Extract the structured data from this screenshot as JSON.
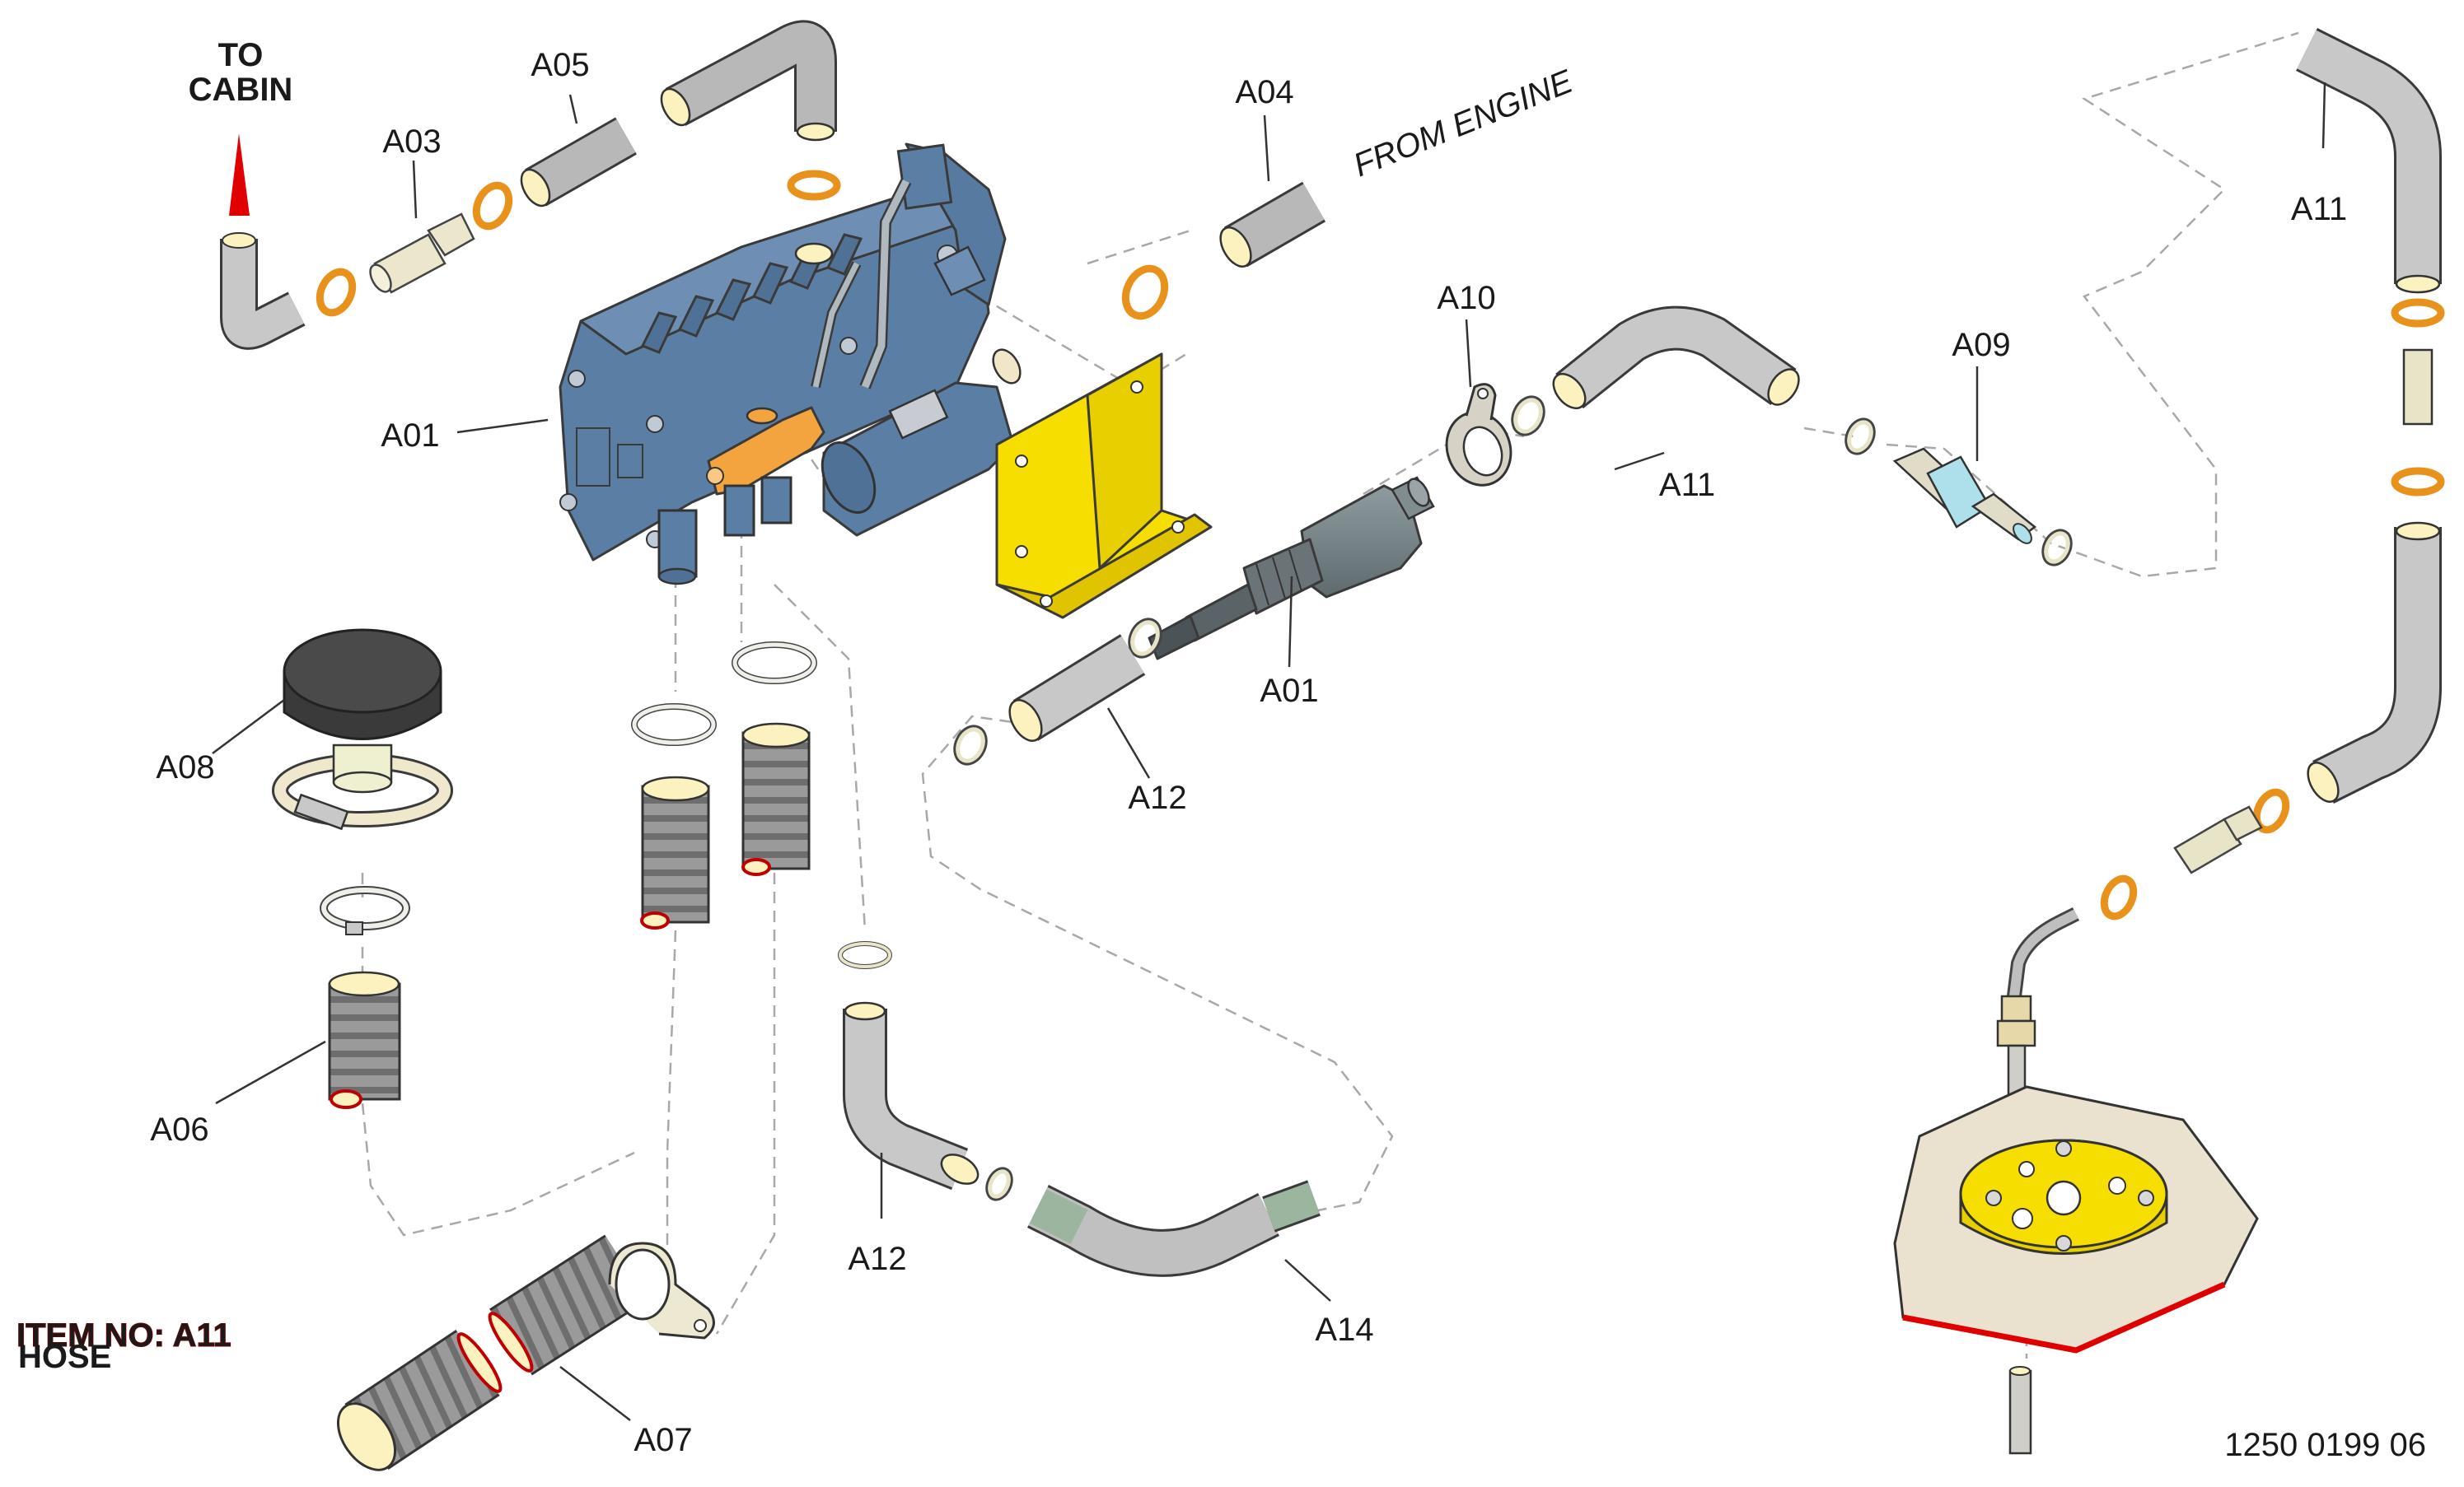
{
  "labels": {
    "to_cabin_line1": "TO",
    "to_cabin_line2": "CABIN",
    "from_engine": "FROM ENGINE",
    "a01_heater": "A01",
    "a01_pump": "A01",
    "a03": "A03",
    "a04": "A04",
    "a05": "A05",
    "a06": "A06",
    "a07": "A07",
    "a08": "A08",
    "a09": "A09",
    "a10": "A10",
    "a11_top": "A11",
    "a11_mid": "A11",
    "a12_mid": "A12",
    "a12_low": "A12",
    "a14": "A14"
  },
  "item": {
    "title": "ITEM NO: A11",
    "subtitle": "HOSE"
  },
  "doc_number": "1250 0199 06",
  "colors": {
    "heater_body": "#5b7ea4",
    "bracket": "#f5de00",
    "hose_grey": "#c8c8c8",
    "clamp_orange": "#e8921b",
    "arrow_red": "#e00000",
    "item_red": "#c00000",
    "hose_end": "#fbf2c0",
    "pump_grey": "#7f8c90",
    "tank_plate": "#eae1cf"
  }
}
